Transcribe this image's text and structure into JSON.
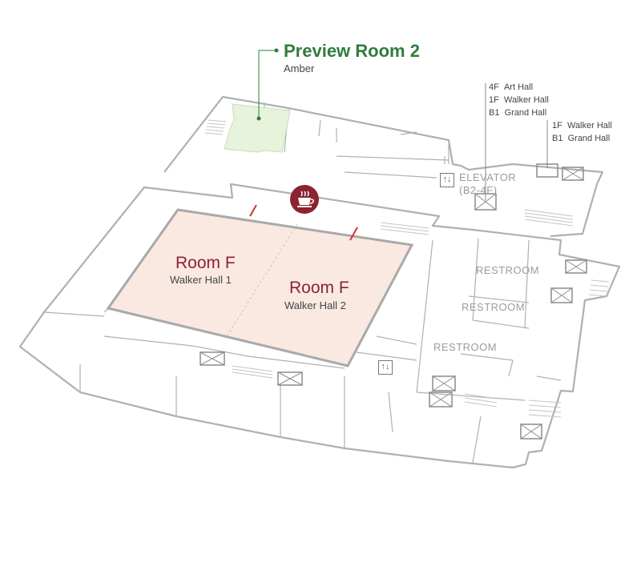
{
  "preview_room": {
    "title": "Preview Room 2",
    "subtitle": "Amber"
  },
  "rooms": [
    {
      "title": "Room F",
      "subtitle": "Walker Hall 1"
    },
    {
      "title": "Room F",
      "subtitle": "Walker Hall 2"
    }
  ],
  "elevator": {
    "line1": "ELEVATOR",
    "line2": "(B2-4F)"
  },
  "elevator_destinations_a": [
    {
      "floor": "4F",
      "hall": "Art Hall"
    },
    {
      "floor": "1F",
      "hall": "Walker Hall"
    },
    {
      "floor": "B1",
      "hall": "Grand Hall"
    }
  ],
  "elevator_destinations_b": [
    {
      "floor": "1F",
      "hall": "Walker Hall"
    },
    {
      "floor": "B1",
      "hall": "Grand Hall"
    }
  ],
  "restrooms": [
    "RESTROOM",
    "RESTROOM",
    "RESTROOM"
  ],
  "icons": {
    "cafe": "coffee-cup-icon",
    "elevator": "elevator-icon",
    "door": "door-marker-icon"
  },
  "colors": {
    "preview_room_fill": "#e8f3dc",
    "room_fill": "#f9e9e1",
    "wall": "#b0b0b0",
    "preview_accent": "#2f7d3b",
    "room_accent": "#8c2330",
    "door_marker": "#d6312c"
  }
}
